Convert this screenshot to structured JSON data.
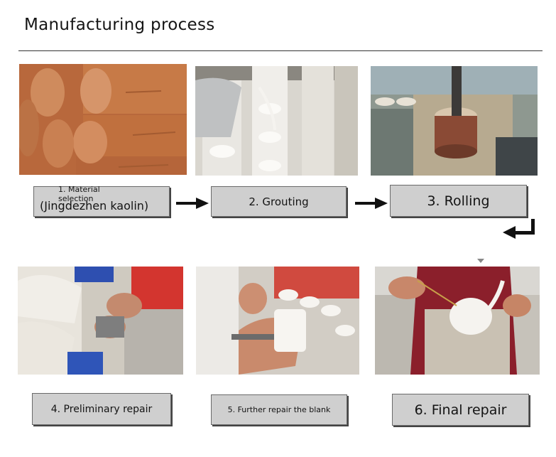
{
  "title": "Manufacturing process",
  "steps": [
    {
      "label_top": "1. Material selection",
      "label_bottom": "(Jingdezhen kaolin)"
    },
    {
      "label": "2. Grouting"
    },
    {
      "label": "3. Rolling"
    },
    {
      "label": "4. Preliminary repair"
    },
    {
      "label": "5. Further repair the blank"
    },
    {
      "label": "6. Final repair"
    }
  ],
  "colors": {
    "label_bg": "#cfcfcf",
    "arrow": "#111111"
  }
}
